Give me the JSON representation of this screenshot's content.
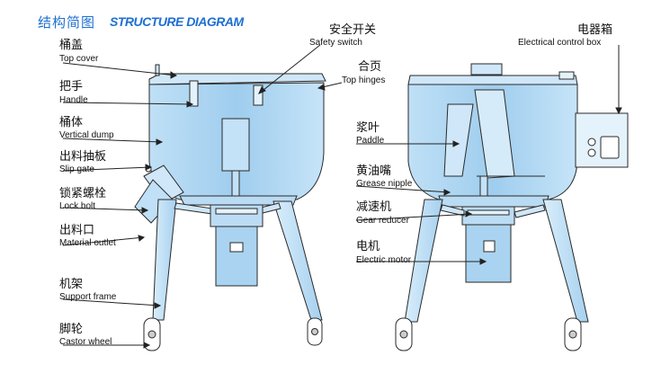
{
  "title": {
    "cn": "结构简图",
    "en": "STRUCTURE DIAGRAM"
  },
  "labels_left": [
    {
      "cn": "桶盖",
      "en": "Top cover"
    },
    {
      "cn": "把手",
      "en": "Handle"
    },
    {
      "cn": "桶体",
      "en": "Vertical dump"
    },
    {
      "cn": "出料抽板",
      "en": "Slip gate"
    },
    {
      "cn": "锁紧螺栓",
      "en": "Lock bolt"
    },
    {
      "cn": "出料口",
      "en": "Material outlet"
    },
    {
      "cn": "机架",
      "en": "Support frame"
    },
    {
      "cn": "脚轮",
      "en": "Castor wheel"
    }
  ],
  "labels_middle": [
    {
      "cn": "安全开关",
      "en": "Safety switch"
    },
    {
      "cn": "合页",
      "en": "Top hinges"
    },
    {
      "cn": "浆叶",
      "en": "Paddle"
    },
    {
      "cn": "黄油嘴",
      "en": "Grease nipple"
    },
    {
      "cn": "减速机",
      "en": "Gear reducer"
    },
    {
      "cn": "电机",
      "en": "Electric motor"
    }
  ],
  "labels_right": [
    {
      "cn": "电器箱",
      "en": "Electrical control box"
    }
  ],
  "colors": {
    "body_fill": "#a9d3f0",
    "body_light": "#d6ebfa",
    "line": "#2a2a2a",
    "title": "#1e6fd0"
  }
}
